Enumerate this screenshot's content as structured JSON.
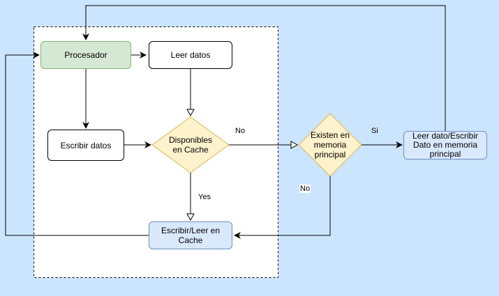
{
  "nodes": {
    "procesador": "Procesador",
    "leer_datos": "Leer datos",
    "escribir_datos": "Escribir datos",
    "disponibles_cache": "Disponibles en Cache",
    "escribir_leer_cache": "Escribir/Leer en Cache",
    "existen_memoria": "Existen en memoria principal",
    "leer_dato_memoria": "Leer dato/Escribir Dato en memoria principal"
  },
  "edges": {
    "no_cache": "No",
    "yes_cache": "Yes",
    "si_memoria": "Si",
    "no_memoria": "No"
  },
  "colors": {
    "background": "#cce5ff",
    "green_fill": "#d5e8d4",
    "green_stroke": "#82b366",
    "blue_fill": "#dae8fc",
    "blue_stroke": "#6c8ebf",
    "diamond_fill": "#fff2cc",
    "diamond_stroke": "#d6b656"
  }
}
